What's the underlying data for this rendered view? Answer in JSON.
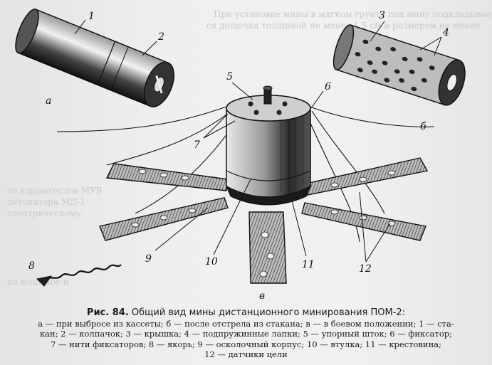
{
  "figure": {
    "callouts": [
      "1",
      "2",
      "3",
      "4",
      "5",
      "6",
      "7",
      "8",
      "9",
      "10",
      "11",
      "12"
    ],
    "view_letters": [
      "а",
      "б",
      "в"
    ]
  },
  "caption": {
    "label": "Рис. 84.",
    "title": "Общий вид мины дистанционного минирования ПОМ-2:",
    "line1": "а — при выбросе из кассеты; б — после отстрела из стакана; в — в боевом положении; 1 — ста-",
    "line2": "кан; 2 — колпачок; 3 — крышка; 4 — подпружинные лапки; 5 — упорный шток; 6 — фиксатор;",
    "line3": "7 — нити фиксаторов; 8 — якорь; 9 — осколочный корпус; 10 — втулка; 11 — крестовина;",
    "line4": "12 — датчики цели"
  },
  "colors": {
    "ink": "#111111",
    "paper": "#eeeeee",
    "bleed": "#c9c9c9"
  }
}
